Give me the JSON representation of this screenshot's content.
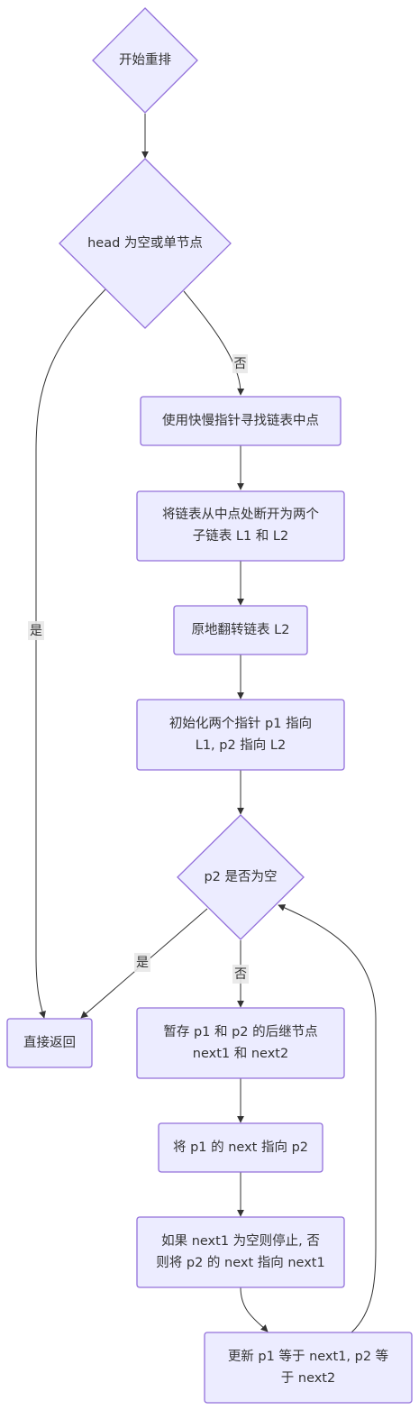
{
  "nodes": {
    "start": {
      "label": "开始重排",
      "shape": "diamond"
    },
    "check_head": {
      "label": "head 为空或单节点",
      "shape": "diamond"
    },
    "find_mid": {
      "label": "使用快慢指针寻找链表中点",
      "shape": "rect"
    },
    "split": {
      "lines": [
        "将链表从中点处断开为两个",
        "子链表 L1 和 L2"
      ],
      "shape": "rect"
    },
    "reverse": {
      "label": "原地翻转链表 L2",
      "shape": "rect"
    },
    "init": {
      "lines": [
        "初始化两个指针 p1 指向",
        "L1, p2 指向 L2"
      ],
      "shape": "rect"
    },
    "check_p2": {
      "label": "p2 是否为空",
      "shape": "diamond"
    },
    "return": {
      "label": "直接返回",
      "shape": "rect"
    },
    "save_next": {
      "lines": [
        "暂存 p1 和 p2 的后继节点",
        "next1 和 next2"
      ],
      "shape": "rect"
    },
    "link": {
      "label": "将 p1 的 next 指向 p2",
      "shape": "rect"
    },
    "stop_check": {
      "lines": [
        "如果 next1 为空则停止, 否",
        "则将 p2 的 next 指向 next1"
      ],
      "shape": "rect"
    },
    "update": {
      "lines": [
        "更新 p1 等于 next1, p2 等",
        "于 next2"
      ],
      "shape": "rect"
    }
  },
  "edge_labels": {
    "head_no": "否",
    "head_yes": "是",
    "p2_yes": "是",
    "p2_no": "否"
  },
  "colors": {
    "node_fill": "#ececff",
    "node_stroke": "#9370db",
    "edge": "#333333",
    "text": "#333333",
    "label_bg": "#e8e8e8"
  }
}
